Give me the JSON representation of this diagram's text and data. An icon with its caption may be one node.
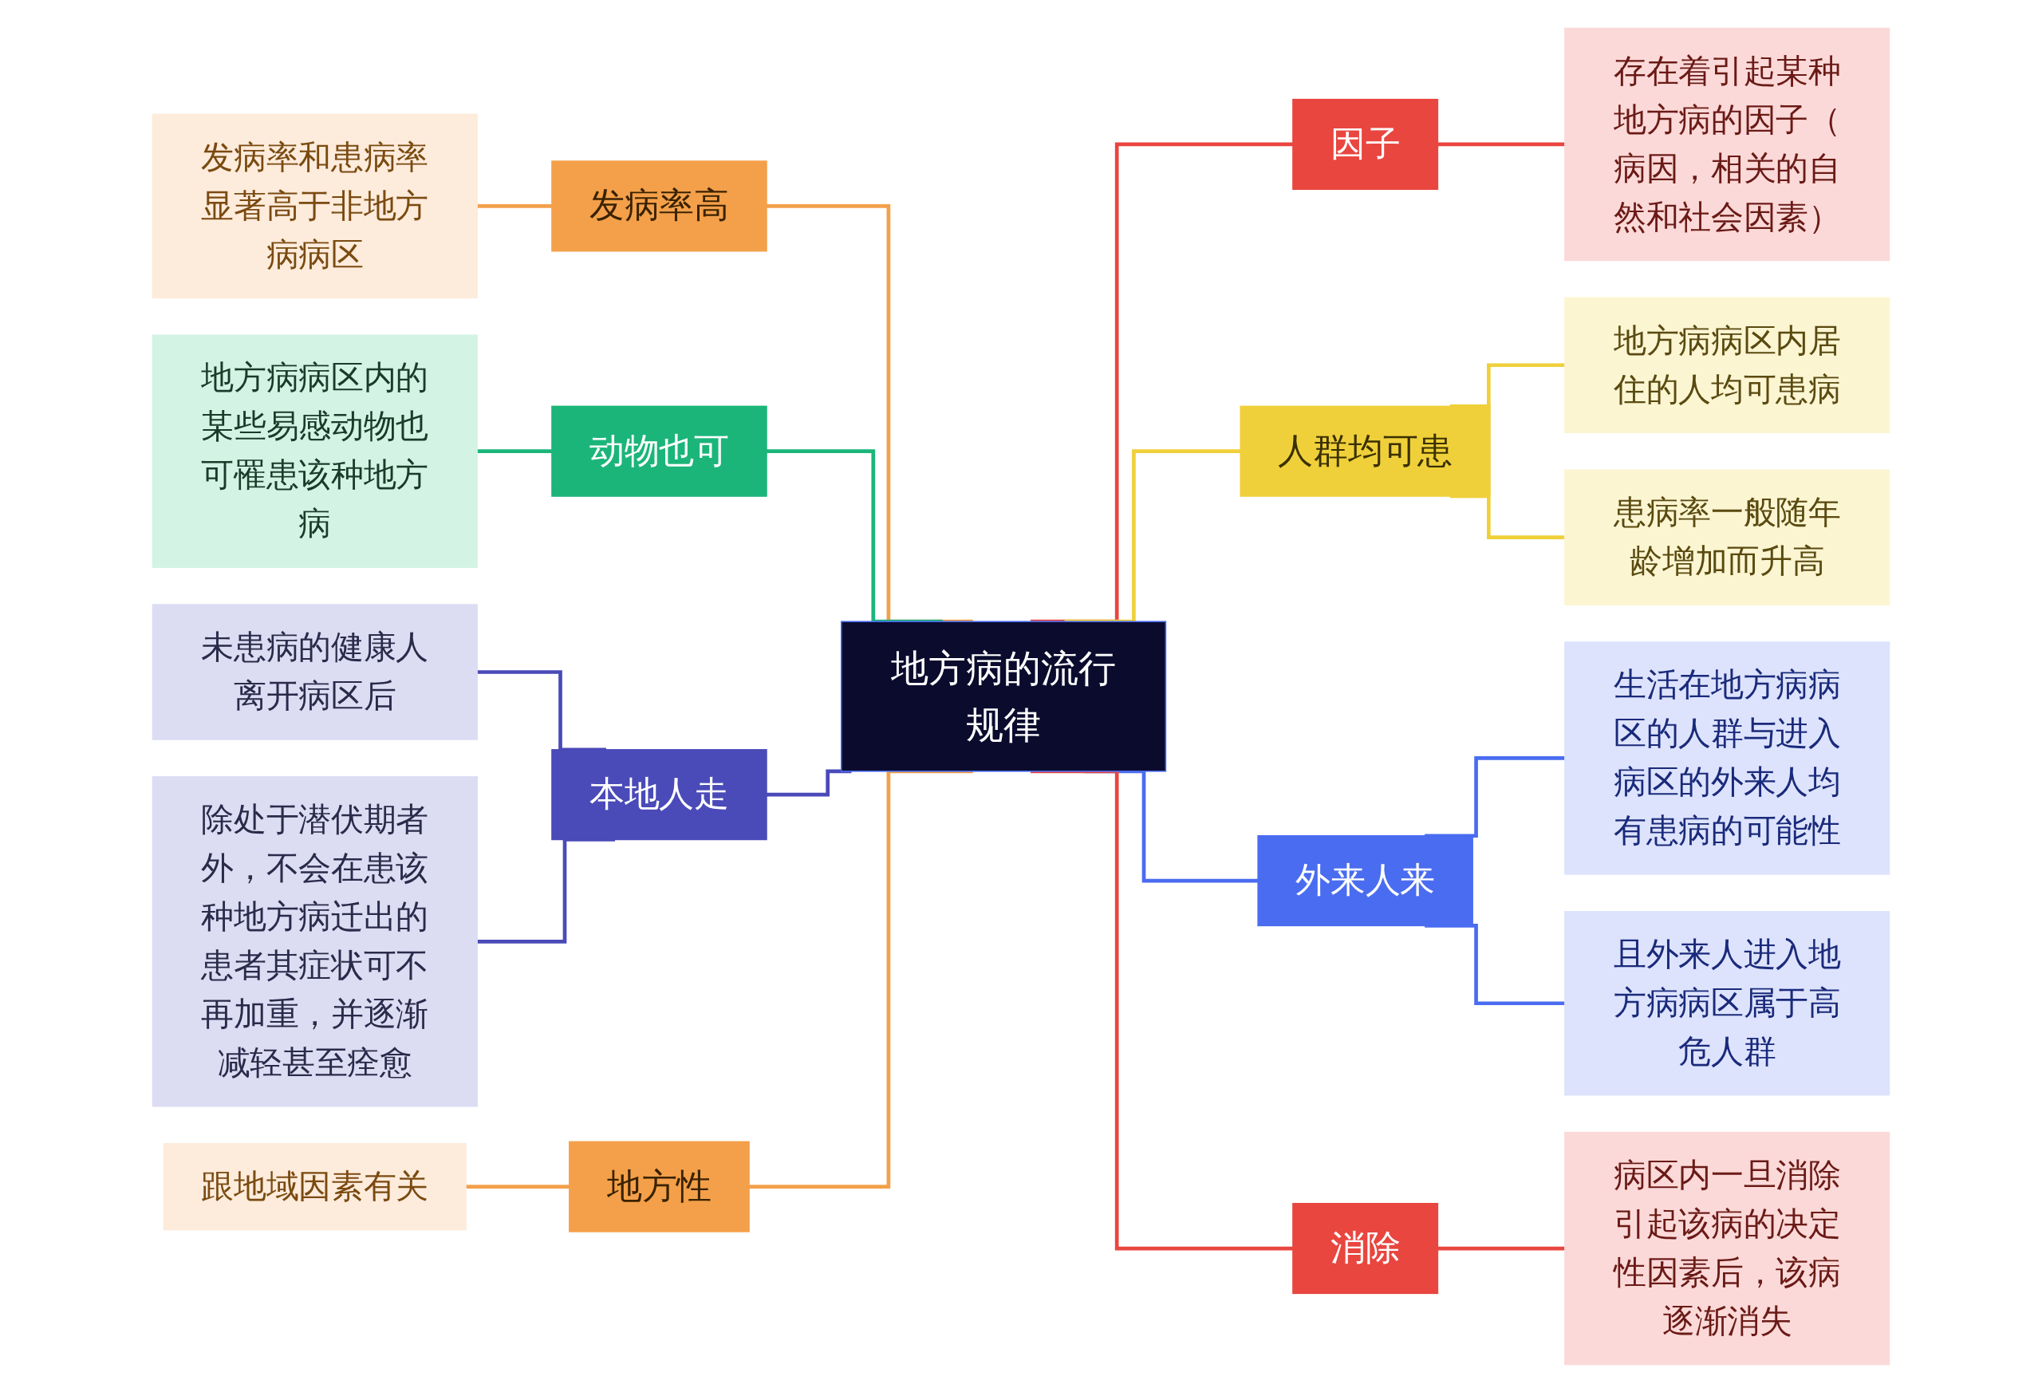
{
  "diagram": {
    "nodes": [
      {
        "text": [
          "地方病的流行规律"
        ]
      },
      {
        "text": [
          "发病率高"
        ]
      },
      {
        "text": [
          "发病率和患病率显著高于非地方病病区"
        ]
      },
      {
        "text": [
          "动物也可"
        ]
      },
      {
        "text": [
          "地方病病区内的某些易感动物也可罹患该种地方病"
        ]
      },
      {
        "text": [
          "本地人走"
        ]
      },
      {
        "text": [
          "未患病的健康人离开病区后"
        ]
      },
      {
        "text": [
          "除处于潜伏期者外，不会在患该种地方病迁出的患者其症状可不再加重，并逐渐减轻甚至痊愈"
        ]
      },
      {
        "text": [
          "地方性"
        ]
      },
      {
        "text": [
          "跟地域因素有关"
        ]
      },
      {
        "text": [
          "因子"
        ]
      },
      {
        "text": [
          "存在着引起某种地方病的因子（病因，相关的自然和社会因素）"
        ]
      },
      {
        "text": [
          "人群均可患"
        ]
      },
      {
        "text": [
          "地方病病区内居住的人均可患病"
        ]
      },
      {
        "text": [
          "患病率一般随年龄增加而升高"
        ]
      },
      {
        "text": [
          "外来人来"
        ]
      },
      {
        "text": [
          "生活在地方病病区的人群与进入病区的外来人均有患病的可能性"
        ]
      },
      {
        "text": [
          "且外来人进入地方病病区属于高危人群"
        ]
      },
      {
        "text": [
          "消除"
        ]
      },
      {
        "text": [
          "病区内一旦消除引起该病的决定性因素后，该病逐渐消失"
        ]
      }
    ],
    "edges": [
      {
        "from": 0,
        "to": 1,
        "arrow": "none",
        "color": "#f4a04a"
      },
      {
        "from": 1,
        "to": 2,
        "arrow": "none",
        "color": "#f4a04a"
      },
      {
        "from": 0,
        "to": 3,
        "arrow": "none",
        "color": "#1bb57a"
      },
      {
        "from": 3,
        "to": 4,
        "arrow": "none",
        "color": "#1bb57a"
      },
      {
        "from": 0,
        "to": 5,
        "arrow": "none",
        "color": "#4a4ab8"
      },
      {
        "from": 5,
        "to": 6,
        "arrow": "none",
        "color": "#4a4ab8"
      },
      {
        "from": 5,
        "to": 7,
        "arrow": "none",
        "color": "#4a4ab8"
      },
      {
        "from": 0,
        "to": 8,
        "arrow": "none",
        "color": "#f4a04a"
      },
      {
        "from": 8,
        "to": 9,
        "arrow": "none",
        "color": "#f4a04a"
      },
      {
        "from": 0,
        "to": 10,
        "arrow": "none",
        "color": "#e8463f"
      },
      {
        "from": 10,
        "to": 11,
        "arrow": "none",
        "color": "#e8463f"
      },
      {
        "from": 0,
        "to": 12,
        "arrow": "none",
        "color": "#f0d03a"
      },
      {
        "from": 12,
        "to": 13,
        "arrow": "none",
        "color": "#f0d03a"
      },
      {
        "from": 12,
        "to": 14,
        "arrow": "none",
        "color": "#f0d03a"
      },
      {
        "from": 0,
        "to": 15,
        "arrow": "none",
        "color": "#4a6cf0"
      },
      {
        "from": 15,
        "to": 16,
        "arrow": "none",
        "color": "#4a6cf0"
      },
      {
        "from": 15,
        "to": 17,
        "arrow": "none",
        "color": "#4a6cf0"
      },
      {
        "from": 0,
        "to": 18,
        "arrow": "none",
        "color": "#e8463f"
      },
      {
        "from": 18,
        "to": 19,
        "arrow": "none",
        "color": "#e8463f"
      }
    ]
  }
}
